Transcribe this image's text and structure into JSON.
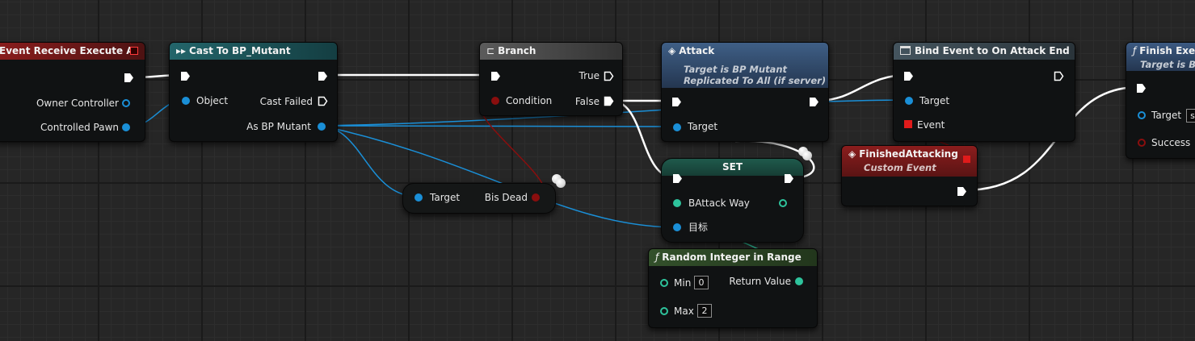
{
  "nodes": {
    "event_receive": {
      "title": "Event Receive Execute AI",
      "pins": {
        "owner": "Owner Controller",
        "pawn": "Controlled Pawn"
      }
    },
    "cast": {
      "title": "Cast To BP_Mutant",
      "pins": {
        "object": "Object",
        "failed": "Cast Failed",
        "as": "As BP Mutant"
      }
    },
    "branch": {
      "title": "Branch",
      "pins": {
        "condition": "Condition",
        "true": "True",
        "false": "False"
      }
    },
    "attack": {
      "title": "Attack",
      "subtitle1": "Target is BP Mutant",
      "subtitle2": "Replicated To All (if server)",
      "pins": {
        "target": "Target"
      }
    },
    "bind": {
      "title": "Bind Event to On Attack End",
      "pins": {
        "target": "Target",
        "event": "Event"
      }
    },
    "finish": {
      "title": "Finish Exe",
      "subtitle": "Target is B",
      "pins": {
        "target": "Target",
        "target_value": "s",
        "success": "Success"
      }
    },
    "getter": {
      "pins": {
        "target": "Target",
        "bis_dead": "Bis Dead"
      }
    },
    "finished_attacking": {
      "title": "FinishedAttacking",
      "subtitle": "Custom Event"
    },
    "set": {
      "title": "SET",
      "pins": {
        "battack": "BAttack Way",
        "target": "目标"
      }
    },
    "random": {
      "title": "Random Integer in Range",
      "pins": {
        "min": "Min",
        "min_value": "0",
        "max": "Max",
        "max_value": "2",
        "ret": "Return Value"
      }
    }
  },
  "icons": {
    "function": "ƒ",
    "event": "◈",
    "cast": "▸▸",
    "branch": "⊏"
  },
  "colors": {
    "event_header": "#8b1d1d",
    "cast_header": "#23656a",
    "branch_header": "#5b5b5b",
    "function_header": "#3c5a82",
    "bind_header": "#44545e",
    "set_header": "#1e5246",
    "random_header": "#33502b",
    "object_pin": "#1a8fd7",
    "bool_pin": "#8a0e0e",
    "int_pin": "#2ec39c"
  }
}
